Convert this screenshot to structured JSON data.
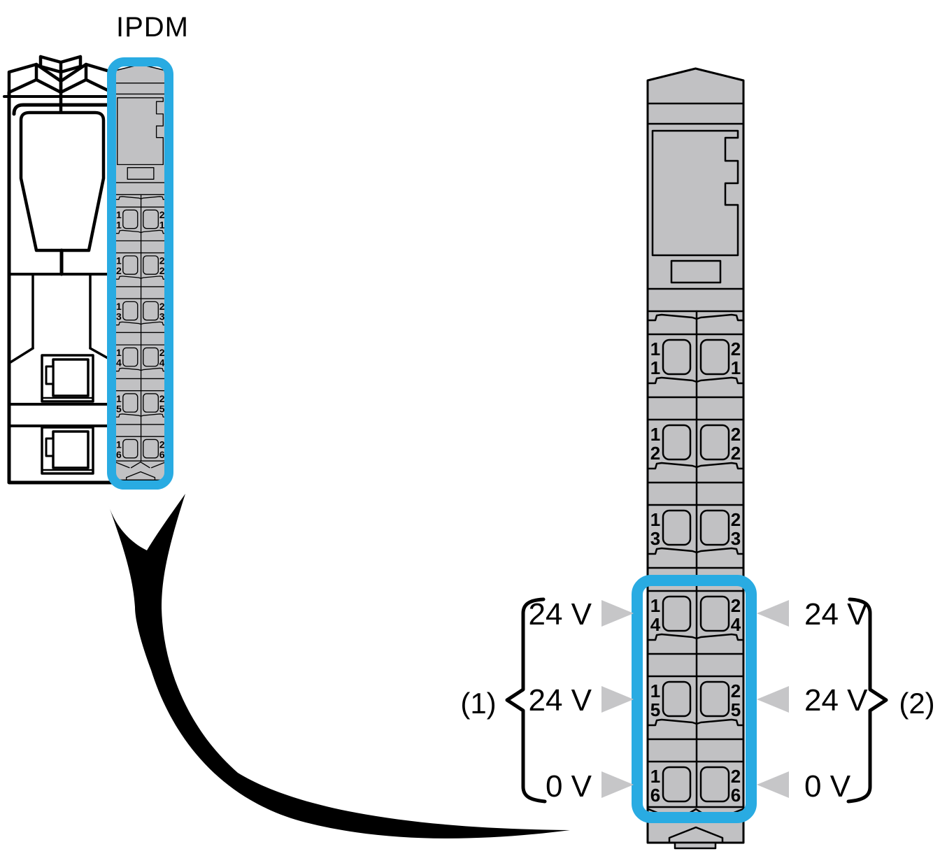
{
  "title": "IPDM",
  "colors": {
    "highlight": "#29ABE2",
    "module_fill": "#C1C1C3",
    "triangle_fill": "#C6C6C8",
    "line": "#000000"
  },
  "terminal_rows": [
    {
      "left_top": "1",
      "left_bottom": "1",
      "right_top": "2",
      "right_bottom": "1"
    },
    {
      "left_top": "1",
      "left_bottom": "2",
      "right_top": "2",
      "right_bottom": "2"
    },
    {
      "left_top": "1",
      "left_bottom": "3",
      "right_top": "2",
      "right_bottom": "3"
    },
    {
      "left_top": "1",
      "left_bottom": "4",
      "right_top": "2",
      "right_bottom": "4"
    },
    {
      "left_top": "1",
      "left_bottom": "5",
      "right_top": "2",
      "right_bottom": "5"
    },
    {
      "left_top": "1",
      "left_bottom": "6",
      "right_top": "2",
      "right_bottom": "6"
    }
  ],
  "annotations": {
    "left": {
      "bracket_label": "(1)",
      "voltages": [
        "24 V",
        "24 V",
        "0 V"
      ]
    },
    "right": {
      "bracket_label": "(2)",
      "voltages": [
        "24 V",
        "24 V",
        "0 V"
      ]
    }
  }
}
